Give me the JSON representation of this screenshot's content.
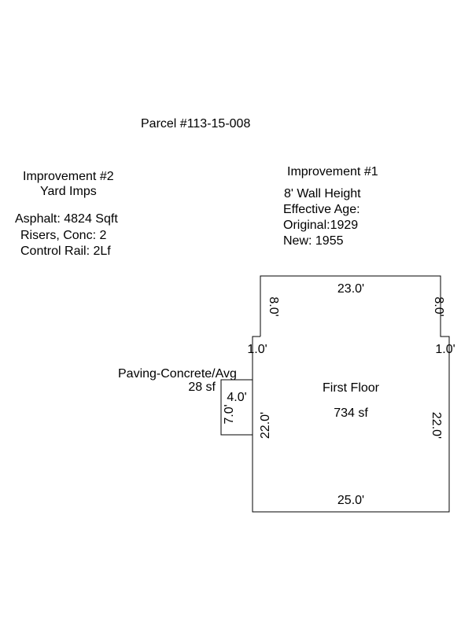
{
  "parcel": "Parcel #113-15-008",
  "improvement2": {
    "title": "Improvement #2",
    "subtitle": "Yard Imps",
    "items": [
      "Asphalt: 4824 Sqft",
      "Risers, Conc: 2",
      "Control Rail: 2Lf"
    ]
  },
  "improvement1": {
    "title": "Improvement #1",
    "lines": [
      "8' Wall Height",
      "Effective Age:",
      "Original:1929",
      "New: 1955"
    ]
  },
  "first_floor": {
    "name": "First Floor",
    "area": "734 sf",
    "dims": {
      "top": "23.0'",
      "bottom": "25.0'",
      "left_upper": "8.0'",
      "right_upper": "8.0'",
      "left_step": "1.0'",
      "right_step": "1.0'",
      "left_lower": "22.0'",
      "right_lower": "22.0'"
    }
  },
  "paving": {
    "name": "Paving-Concrete/Avg",
    "area": "28 sf",
    "dims": {
      "width": "4.0'",
      "height": "7.0'"
    }
  },
  "colors": {
    "line": "#000000",
    "background": "#ffffff"
  }
}
